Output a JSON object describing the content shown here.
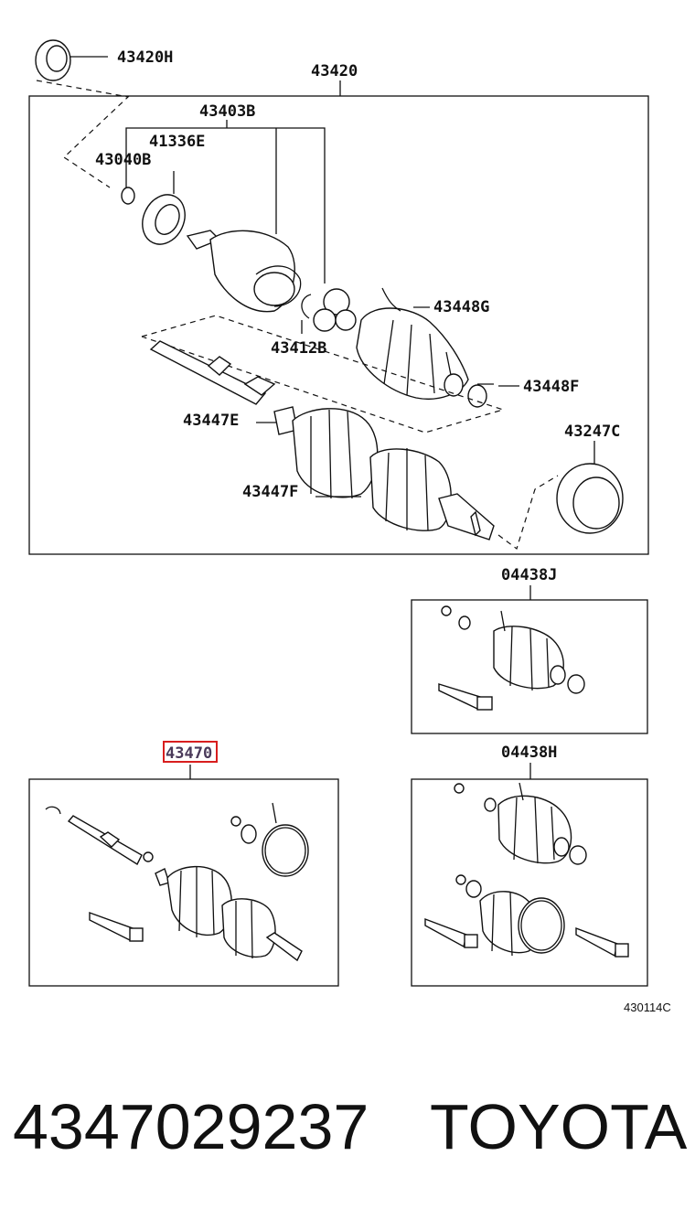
{
  "diagram": {
    "labels": {
      "p43420H": "43420H",
      "p43420": "43420",
      "p43403B": "43403B",
      "p41336E": "41336E",
      "p43040B": "43040B",
      "p43448G": "43448G",
      "p43412B": "43412B",
      "p43448F": "43448F",
      "p43447E": "43447E",
      "p43247C": "43247C",
      "p43447F": "43447F",
      "p04438J": "04438J",
      "p43470": "43470",
      "p04438H": "04438H"
    },
    "highlighted_part": "43470",
    "highlight_color": "#d81e1e",
    "figure_code": "430114C"
  },
  "footer": {
    "part_number": "4347029237",
    "brand": "TOYOTA"
  }
}
